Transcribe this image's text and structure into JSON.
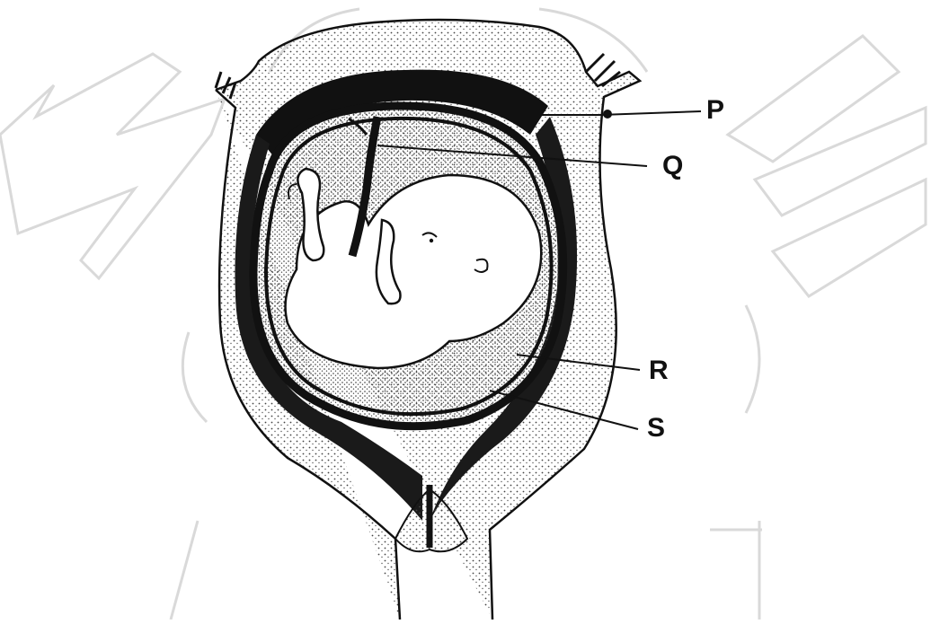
{
  "diagram": {
    "labels": {
      "p": "P",
      "q": "Q",
      "r": "R",
      "s": "S"
    },
    "colors": {
      "ink": "#111111",
      "watermark": "#d9d9d9",
      "stipple": "#444444",
      "background": "#ffffff"
    }
  }
}
